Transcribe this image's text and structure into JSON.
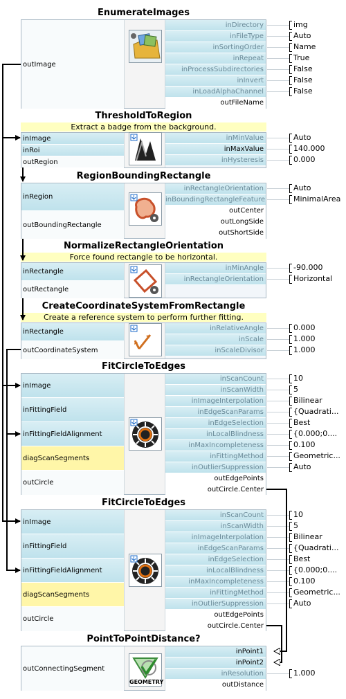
{
  "blocks": [
    {
      "title": "EnumerateImages",
      "desc": "",
      "left": [
        "outImage"
      ],
      "right": [
        "inDirectory",
        "inFileType",
        "inSortingOrder",
        "inRepeat",
        "inProcessSubdirectories",
        "inInvert",
        "inLoadAlphaChannel",
        "outFileName"
      ],
      "values": [
        "img",
        "Auto",
        "Name",
        "True",
        "False",
        "False",
        "False",
        ""
      ]
    },
    {
      "title": "ThresholdToRegion",
      "desc": "Extract a badge from the background.",
      "left": [
        "inImage",
        "inRoi",
        "outRegion"
      ],
      "right": [
        "inMinValue",
        "inMaxValue",
        "inHysteresis"
      ],
      "values": [
        "Auto",
        "140.000",
        "0.000"
      ]
    },
    {
      "title": "RegionBoundingRectangle",
      "desc": "",
      "left": [
        "inRegion",
        "outBoundingRectangle"
      ],
      "right": [
        "inRectangleOrientation",
        "inBoundingRectangleFeature",
        "outCenter",
        "outLongSide",
        "outShortSide"
      ],
      "values": [
        "Auto",
        "MinimalArea",
        "",
        "",
        ""
      ]
    },
    {
      "title": "NormalizeRectangleOrientation",
      "desc": "Force found rectangle to be horizontal.",
      "left": [
        "inRectangle",
        "outRectangle"
      ],
      "right": [
        "inMinAngle",
        "inRectangleOrientation"
      ],
      "values": [
        "-90.000",
        "Horizontal"
      ]
    },
    {
      "title": "CreateCoordinateSystemFromRectangle",
      "desc": "Create a reference system to perform further fitting.",
      "left": [
        "inRectangle",
        "outCoordinateSystem"
      ],
      "right": [
        "inRelativeAngle",
        "inScale",
        "inScaleDivisor"
      ],
      "values": [
        "0.000",
        "1.000",
        "1.000"
      ]
    },
    {
      "title": "FitCircleToEdges",
      "desc": "",
      "left": [
        "inImage",
        "inFittingField",
        "inFittingFieldAlignment",
        "diagScanSegments",
        "outCircle"
      ],
      "right": [
        "inScanCount",
        "inScanWidth",
        "inImageInterpolation",
        "inEdgeScanParams",
        "inEdgeSelection",
        "inLocalBlindness",
        "inMaxIncompleteness",
        "inFittingMethod",
        "inOutlierSuppression",
        "outEdgePoints",
        "outCircle.Center"
      ],
      "values": [
        "10",
        "5",
        "Bilinear",
        "{Quadrati...",
        "Best",
        "{0.000;0....",
        "0.100",
        "Geometric...",
        "Auto",
        "",
        ""
      ]
    },
    {
      "title": "FitCircleToEdges",
      "desc": "",
      "left": [
        "inImage",
        "inFittingField",
        "inFittingFieldAlignment",
        "diagScanSegments",
        "outCircle"
      ],
      "right": [
        "inScanCount",
        "inScanWidth",
        "inImageInterpolation",
        "inEdgeScanParams",
        "inEdgeSelection",
        "inLocalBlindness",
        "inMaxIncompleteness",
        "inFittingMethod",
        "inOutlierSuppression",
        "outEdgePoints",
        "outCircle.Center"
      ],
      "values": [
        "10",
        "5",
        "Bilinear",
        "{Quadrati...",
        "Best",
        "{0.000;0....",
        "0.100",
        "Geometric...",
        "Auto",
        "",
        ""
      ]
    },
    {
      "title": "PointToPointDistance?",
      "desc": "",
      "left": [
        "outConnectingSegment"
      ],
      "right": [
        "inPoint1",
        "inPoint2",
        "inResolution",
        "outDistance"
      ],
      "values": [
        "",
        "",
        "1.000",
        ""
      ]
    }
  ],
  "icons": [
    "enumerate-images-icon",
    "threshold-icon",
    "bounding-rectangle-icon",
    "normalize-rectangle-icon",
    "coordinate-system-icon",
    "fit-circle-icon",
    "fit-circle-icon",
    "geometry-icon"
  ],
  "geometry_icon_label": "GEOMETRY"
}
